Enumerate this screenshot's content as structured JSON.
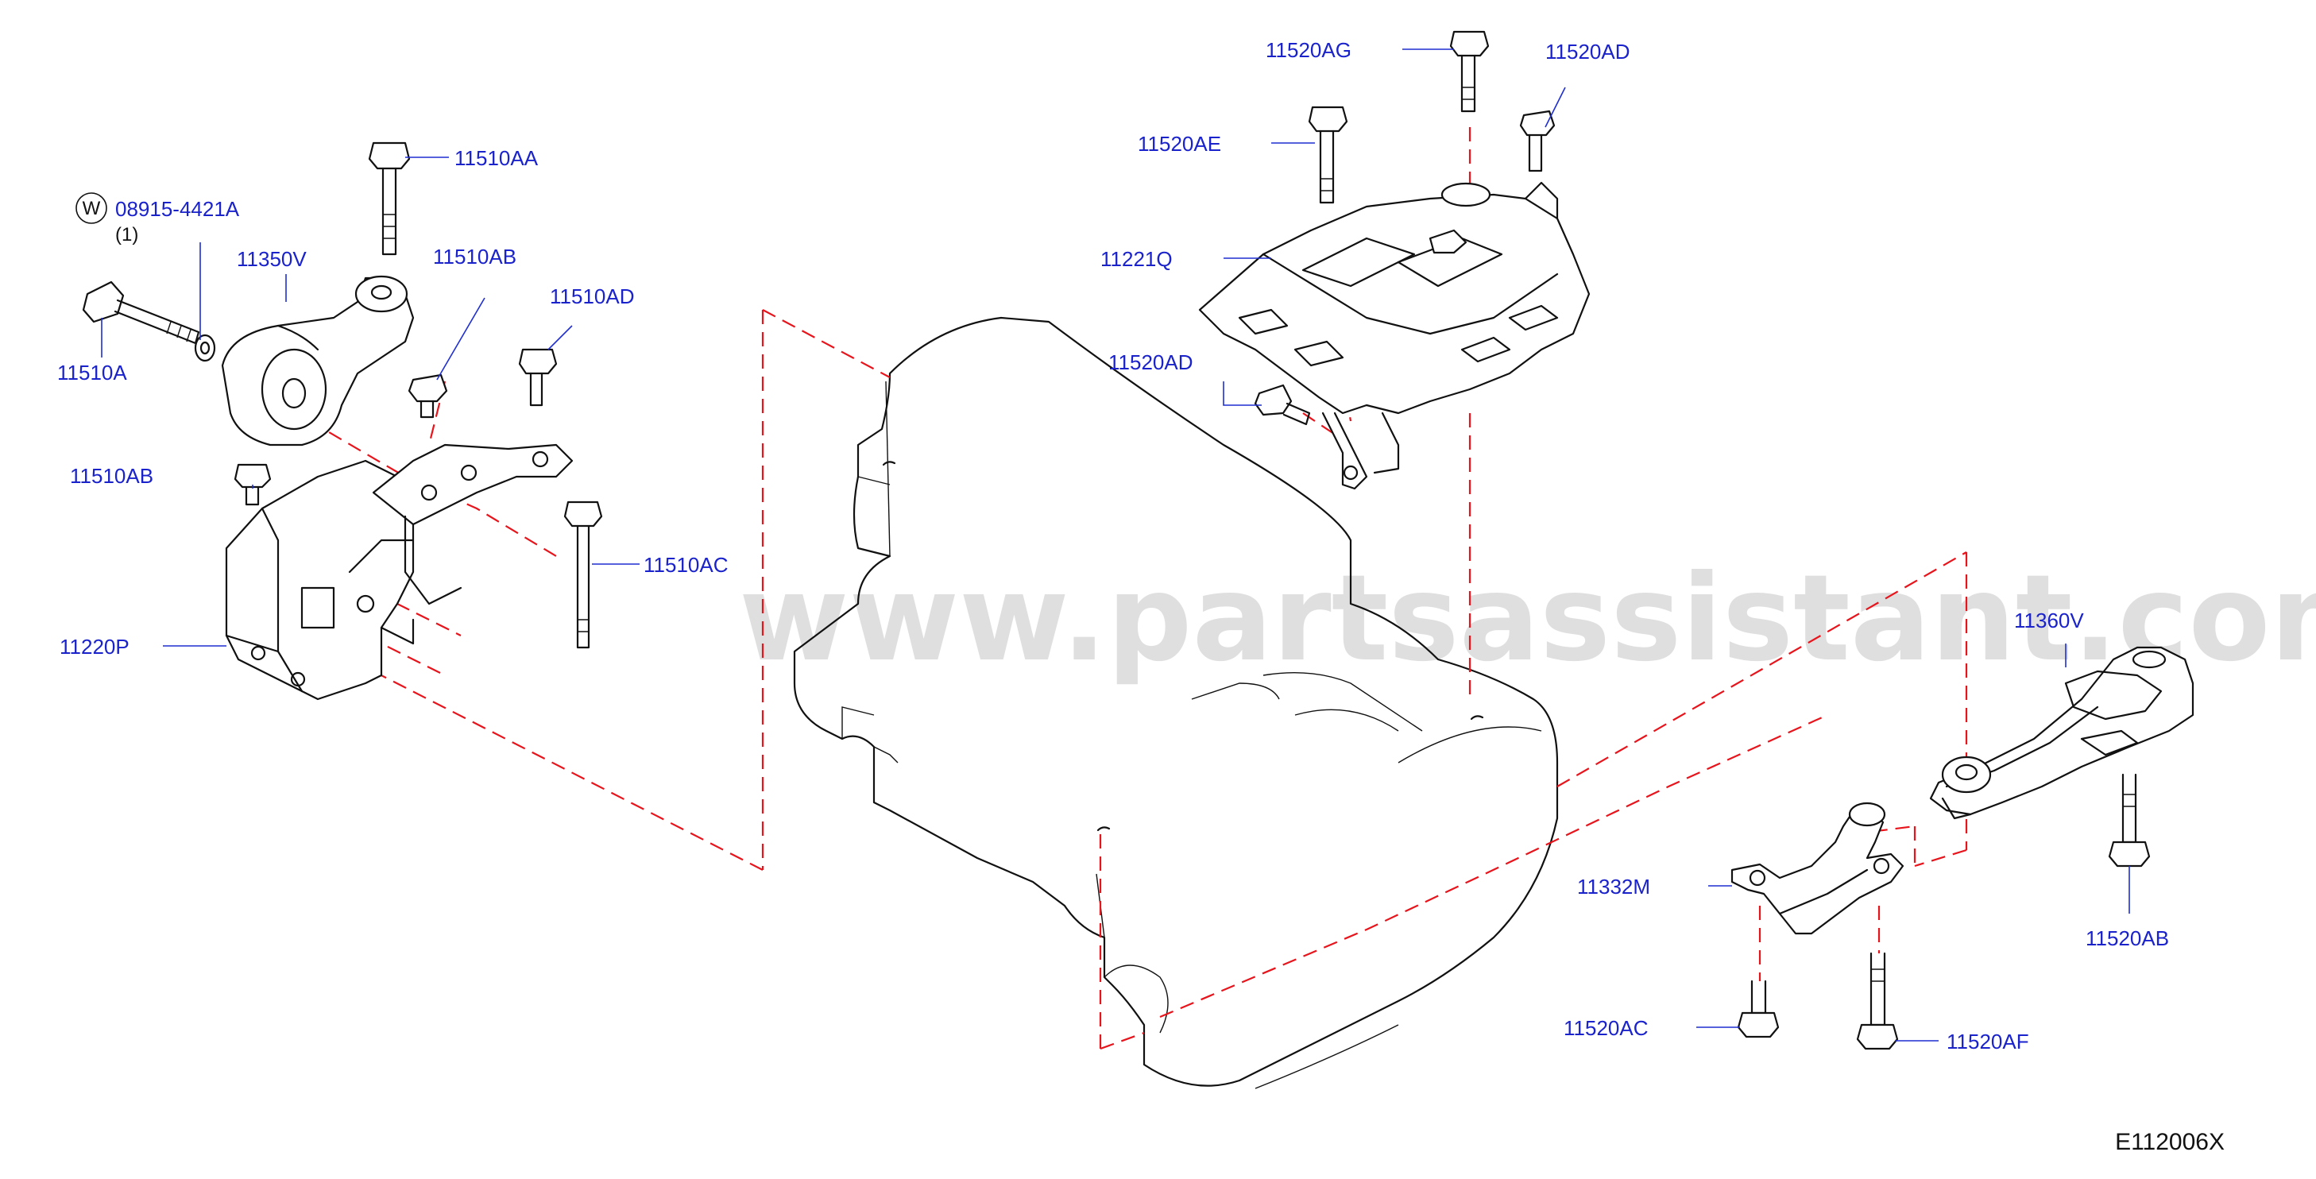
{
  "diagram": {
    "code": "E112006X",
    "watermark": "www.partsassistant.com",
    "colors": {
      "label": "#1a22cc",
      "leader": "#1f2fd0",
      "dash": "#e8141c",
      "line": "#111111",
      "watermark": "#d9d9d9"
    },
    "washer_symbol": "W",
    "labels": {
      "p08915": "08915-4421A",
      "p08915_qty": "(1)",
      "p11510AA": "11510AA",
      "p11350V": "11350V",
      "p11510AB_top": "11510AB",
      "p11510AD": "11510AD",
      "p11510A": "11510A",
      "p11510AB_left": "11510AB",
      "p11510AC": "11510AC",
      "p11220P": "11220P",
      "p11520AG": "11520AG",
      "p11520AD_top": "11520AD",
      "p11520AE": "11520AE",
      "p11221Q": "11221Q",
      "p11520AD_mid": "11520AD",
      "p11360V": "11360V",
      "p11332M": "11332M",
      "p11520AB": "11520AB",
      "p11520AC": "11520AC",
      "p11520AF": "11520AF"
    }
  }
}
